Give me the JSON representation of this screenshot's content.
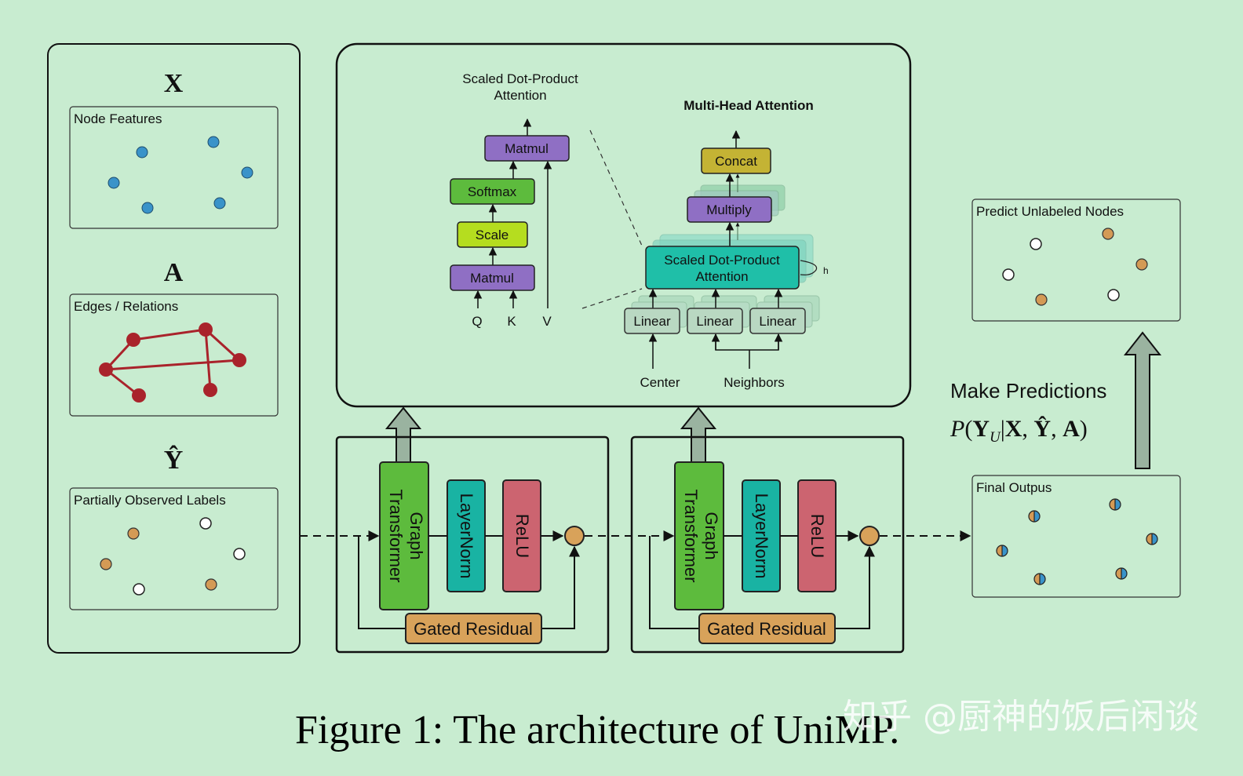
{
  "colors": {
    "background": "#c8ecd0",
    "node_blue": "#3a93c9",
    "node_orange": "#d49a55",
    "edge_red": "#a9232b",
    "graph_transformer": "#5dbb3d",
    "layernorm": "#19b3a3",
    "relu": "#cc6470",
    "gated_residual": "#d8a25a",
    "matmul": "#8f6fc4",
    "softmax": "#5dbb3d",
    "scale": "#b5dd1f",
    "concat": "#c4b334",
    "linear": "#b9d8c2",
    "sdpa": "#1fbfa8"
  },
  "inputs": {
    "x_symbol": "X",
    "node_features_label": "Node Features",
    "a_symbol": "A",
    "edges_label": "Edges / Relations",
    "y_symbol": "Ŷ",
    "labels_label": "Partially Observed Labels"
  },
  "sdpa_detail": {
    "title_line1": "Scaled Dot-Product",
    "title_line2": "Attention",
    "matmul_top": "Matmul",
    "softmax": "Softmax",
    "scale": "Scale",
    "matmul_bottom": "Matmul",
    "q": "Q",
    "k": "K",
    "v": "V"
  },
  "mha": {
    "title": "Multi-Head Attention",
    "concat": "Concat",
    "multiply": "Multiply",
    "sdpa_line1": "Scaled Dot-Product",
    "sdpa_line2": "Attention",
    "h": "h",
    "linear": "Linear",
    "center": "Center",
    "neighbors": "Neighbors"
  },
  "blocks": {
    "graph_transformer_line1": "Graph",
    "graph_transformer_line2": "Transformer",
    "layernorm": "LayerNorm",
    "relu": "ReLU",
    "gated_residual": "Gated Residual"
  },
  "outputs": {
    "predict_label": "Predict Unlabeled Nodes",
    "make_predictions": "Make Predictions",
    "final_outputs_label": "Final Outpus"
  },
  "caption": "Figure 1: The architecture of UniMP.",
  "watermark": "知乎 @厨神的饭后闲谈"
}
